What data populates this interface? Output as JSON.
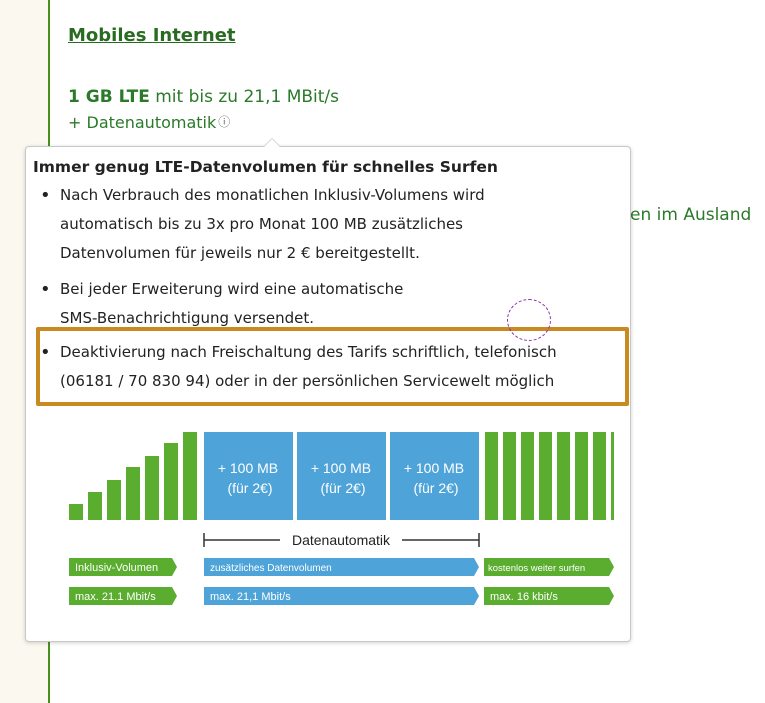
{
  "page": {
    "heading": "Mobiles Internet",
    "tariff_bold": "1 GB LTE",
    "tariff_rest": " mit bis zu 21,1 MBit/s",
    "datenautomatik_label": "+ Datenautomatik",
    "info_glyph": "ⓘ",
    "roaming_partial": "en im Ausland"
  },
  "popup": {
    "title": "Immer genug LTE-Datenvolumen für schnelles Surfen",
    "bullet1_line1": "Nach Verbrauch des monatlichen Inklusiv-Volumens wird",
    "bullet1_line2": "automatisch bis zu 3x pro Monat 100 MB zusätzliches",
    "bullet1_line3": "Datenvolumen für jeweils nur 2 € bereitgestellt.",
    "bullet2_line1": "Bei jeder Erweiterung wird eine automatische",
    "bullet2_line2": "SMS-Benachrichtigung versendet.",
    "bullet3_line1": "Deaktivierung nach Freischaltung des Tarifs schriftlich, telefonisch",
    "bullet3_line2": "(06181 / 70 830 94) oder in der persönlichen Servicewelt möglich"
  },
  "diagram": {
    "blocks": [
      {
        "line1": "+ 100 MB",
        "line2": "(für 2€)"
      },
      {
        "line1": "+ 100 MB",
        "line2": "(für 2€)"
      },
      {
        "line1": "+ 100 MB",
        "line2": "(für 2€)"
      }
    ],
    "bracket_label": "Datenautomatik",
    "row1": {
      "left": "Inklusiv-Volumen",
      "middle": "zusätzliches Datenvolumen",
      "right": "kostenlos weiter surfen"
    },
    "row2": {
      "left": "max. 21.1 Mbit/s",
      "middle": "max. 21,1 Mbit/s",
      "right": "max. 16 kbit/s"
    }
  },
  "colors": {
    "green": "#5aad2e",
    "blue": "#4ea3d8",
    "highlight": "#c98a22",
    "text_green": "#2a7a2a"
  }
}
